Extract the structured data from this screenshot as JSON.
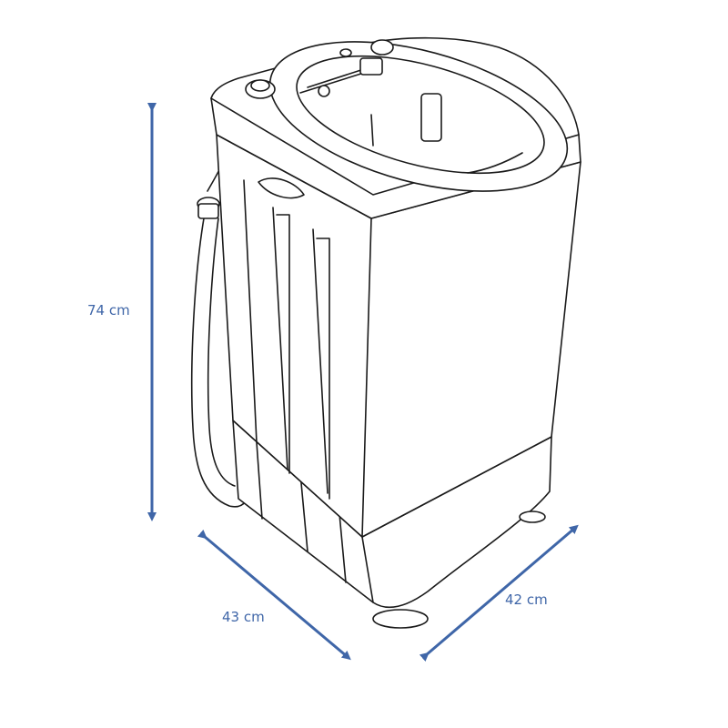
{
  "dimensions": {
    "height_label": "74 cm",
    "width_label": "43 cm",
    "depth_label": "42 cm"
  },
  "colors": {
    "arrow": "#3f66a8",
    "label": "#3f66a8",
    "line": "#1a1a1a",
    "fill": "#ffffff"
  }
}
